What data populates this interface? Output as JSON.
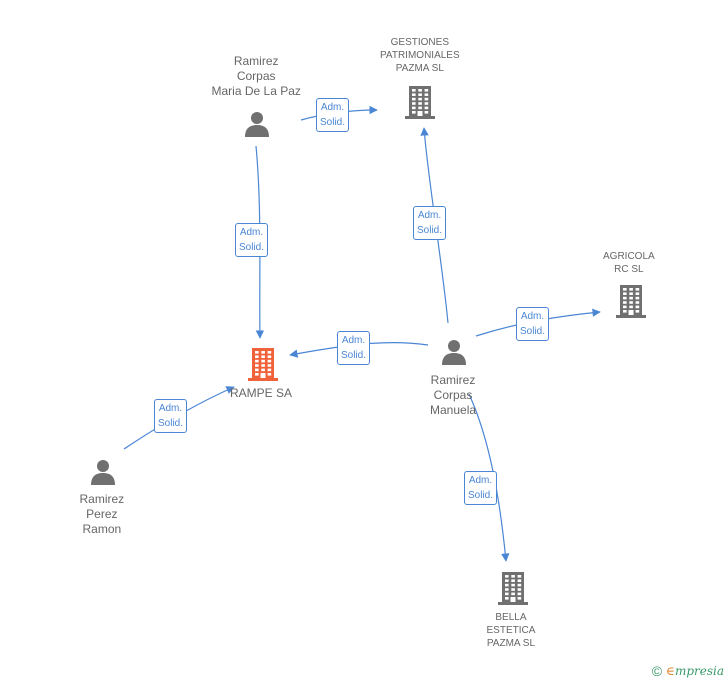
{
  "colors": {
    "edge": "#4a86d4",
    "person": "#707070",
    "company": "#707070",
    "focus_company": "#f0623a",
    "brand": "#3a9a6a"
  },
  "nodes": {
    "ramirez_corpas_maria": {
      "lines": [
        "Ramirez",
        "Corpas",
        "Maria De La Paz"
      ],
      "icon": "person-icon"
    },
    "gestiones": {
      "lines": [
        "GESTIONES",
        "PATRIMONIALES",
        "PAZMA SL"
      ],
      "icon": "building-icon"
    },
    "agricola": {
      "lines": [
        "AGRICOLA",
        "RC SL"
      ],
      "icon": "building-icon"
    },
    "rampe": {
      "lines": [
        "RAMPE SA"
      ],
      "icon": "building-icon"
    },
    "ramirez_corpas_manuela": {
      "lines": [
        "Ramirez",
        "Corpas",
        "Manuela"
      ],
      "icon": "person-icon"
    },
    "ramirez_perez_ramon": {
      "lines": [
        "Ramirez",
        "Perez",
        "Ramon"
      ],
      "icon": "person-icon"
    },
    "bella": {
      "lines": [
        "BELLA",
        "ESTETICA",
        "PAZMA SL"
      ],
      "icon": "building-icon"
    }
  },
  "relations": [
    {
      "from": "ramirez_corpas_maria",
      "to": "gestiones",
      "lines": [
        "Adm.",
        "Solid."
      ]
    },
    {
      "from": "ramirez_corpas_maria",
      "to": "rampe",
      "lines": [
        "Adm.",
        "Solid."
      ]
    },
    {
      "from": "ramirez_corpas_manuela",
      "to": "gestiones",
      "lines": [
        "Adm.",
        "Solid."
      ]
    },
    {
      "from": "ramirez_corpas_manuela",
      "to": "agricola",
      "lines": [
        "Adm.",
        "Solid."
      ]
    },
    {
      "from": "ramirez_corpas_manuela",
      "to": "rampe",
      "lines": [
        "Adm.",
        "Solid."
      ]
    },
    {
      "from": "ramirez_perez_ramon",
      "to": "rampe",
      "lines": [
        "Adm.",
        "Solid."
      ]
    },
    {
      "from": "ramirez_corpas_manuela",
      "to": "bella",
      "lines": [
        "Adm.",
        "Solid."
      ]
    }
  ],
  "footer": {
    "copyright": "©",
    "brand_first": "∈",
    "brand_rest": "mpresia"
  }
}
